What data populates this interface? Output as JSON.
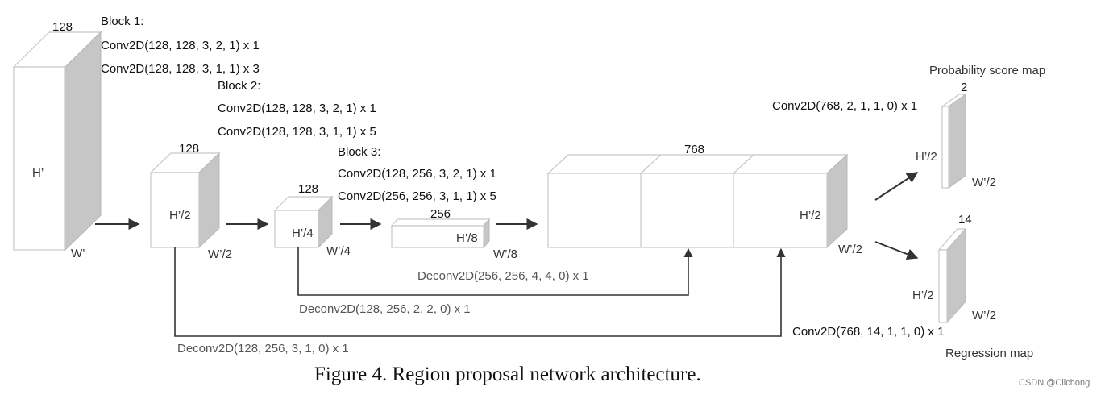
{
  "colors": {
    "box_side": "#c6c6c6",
    "box_edge": "#c8c8c8",
    "line": "#333333"
  },
  "input_block": {
    "channels": "128",
    "height": "H’",
    "width": "W’"
  },
  "block1": {
    "title": "Block 1:",
    "conv_a": "Conv2D(128,  128,  3,  2,  1) x 1",
    "conv_b": "Conv2D(128,  128,  3,  1,  1) x 3"
  },
  "block1_out": {
    "channels": "128",
    "height": "H’/2",
    "width": "W’/2"
  },
  "block2": {
    "title": "Block 2:",
    "conv_a": "Conv2D(128,  128,  3,  2,  1) x 1",
    "conv_b": "Conv2D(128,  128,  3,  1,  1) x 5"
  },
  "block2_out": {
    "channels": "128",
    "height": "H’/4",
    "width": "W’/4"
  },
  "block3": {
    "title": "Block 3:",
    "conv_a": "Conv2D(128,  256,  3,  2,  1) x 1",
    "conv_b": "Conv2D(256,  256,  3,  1,  1) x 5"
  },
  "block3_out": {
    "channels": "256",
    "height": "H’/8",
    "width": "W’/8"
  },
  "concat": {
    "channels": "768",
    "height": "H’/2",
    "width": "W’/2"
  },
  "deconv1": "Deconv2D(256,  256,  4,  4,  0) x 1",
  "deconv2": "Deconv2D(128,  256,  2,  2,  0) x 1",
  "deconv3": "Deconv2D(128,  256,  3,  1,  0) x 1",
  "prob_head": {
    "title": "Probability score map",
    "conv": "Conv2D(768,  2,  1,  1,  0) x 1",
    "channels": "2",
    "height": "H’/2",
    "width": "W’/2"
  },
  "reg_head": {
    "title": "Regression map",
    "conv": "Conv2D(768,  14,  1,  1,  0) x 1",
    "channels": "14",
    "height": "H’/2",
    "width": "W’/2"
  },
  "caption": "Figure 4. Region proposal network architecture.",
  "watermark": "CSDN @Clichong"
}
